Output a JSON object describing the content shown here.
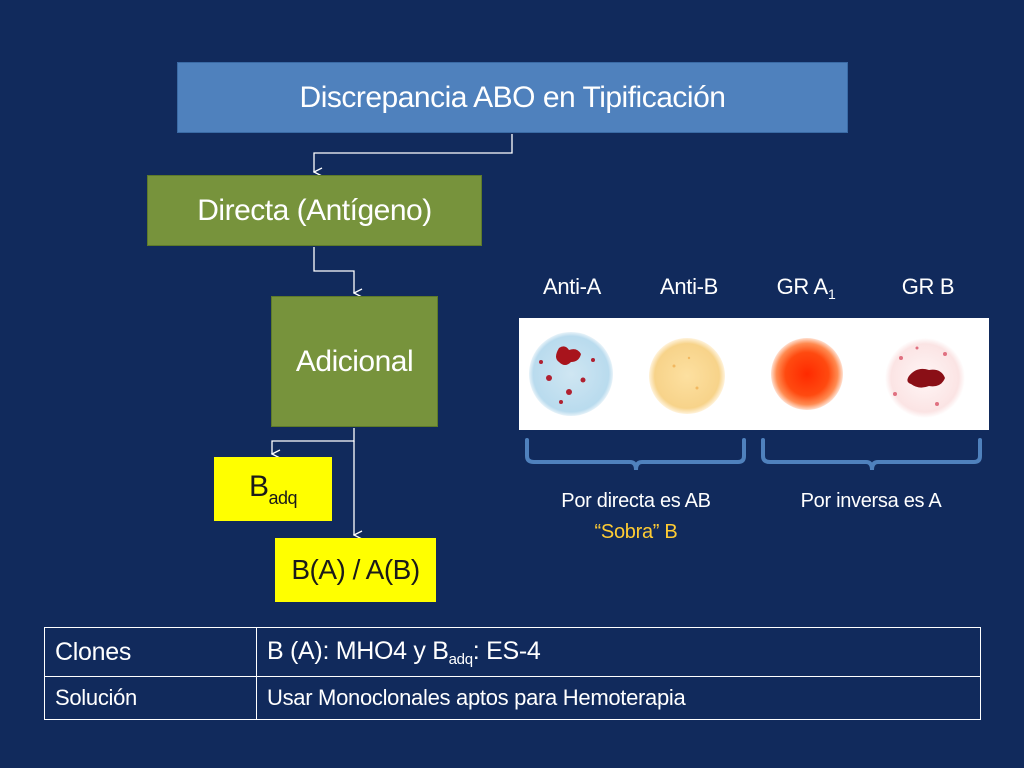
{
  "diagram": {
    "title": "Discrepancia ABO en Tipificación",
    "directa": "Directa (Antígeno)",
    "adicional": "Adicional",
    "badq": {
      "base": "B",
      "sub": "adq"
    },
    "ba": "B(A) / A(B)"
  },
  "reagents": {
    "anti_a": "Anti-A",
    "anti_b": "Anti-B",
    "gr_a1": {
      "base": "GR A",
      "sub": "1"
    },
    "gr_b": "GR B"
  },
  "captions": {
    "directa": "Por directa es AB",
    "sobra": "“Sobra” B",
    "inversa": "Por inversa es A"
  },
  "table": {
    "row1": {
      "label": "Clones",
      "value_prefix": "B (A): MHO4 y B",
      "value_sub": "adq",
      "value_suffix": ": ES-4"
    },
    "row2": {
      "label": "Solución",
      "value": "Usar Monoclonales aptos para Hemoterapia"
    }
  },
  "colors": {
    "background": "#112a5c",
    "title_box": "#4f81bd",
    "green_box": "#77933c",
    "yellow_box": "#ffff00",
    "bracket": "#4f81bd",
    "sobra_text": "#ffcc33"
  }
}
